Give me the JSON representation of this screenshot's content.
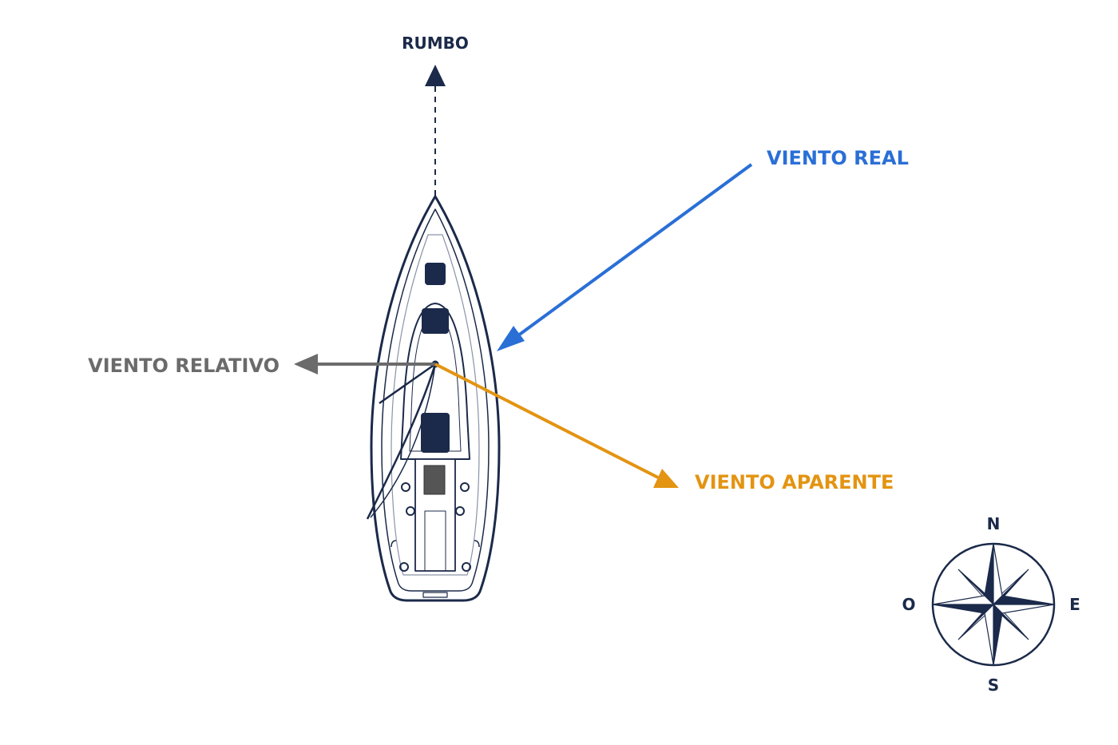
{
  "labels": {
    "heading": "RUMBO",
    "true_wind": "VIENTO REAL",
    "relative_wind": "VIENTO RELATIVO",
    "apparent_wind": "VIENTO APARENTE"
  },
  "compass": {
    "north": "N",
    "south": "S",
    "east": "E",
    "west": "O"
  },
  "colors": {
    "navy": "#1b2a4a",
    "true_wind": "#2a6fd6",
    "relative_wind": "#6b6b6b",
    "apparent_wind": "#e39412"
  }
}
